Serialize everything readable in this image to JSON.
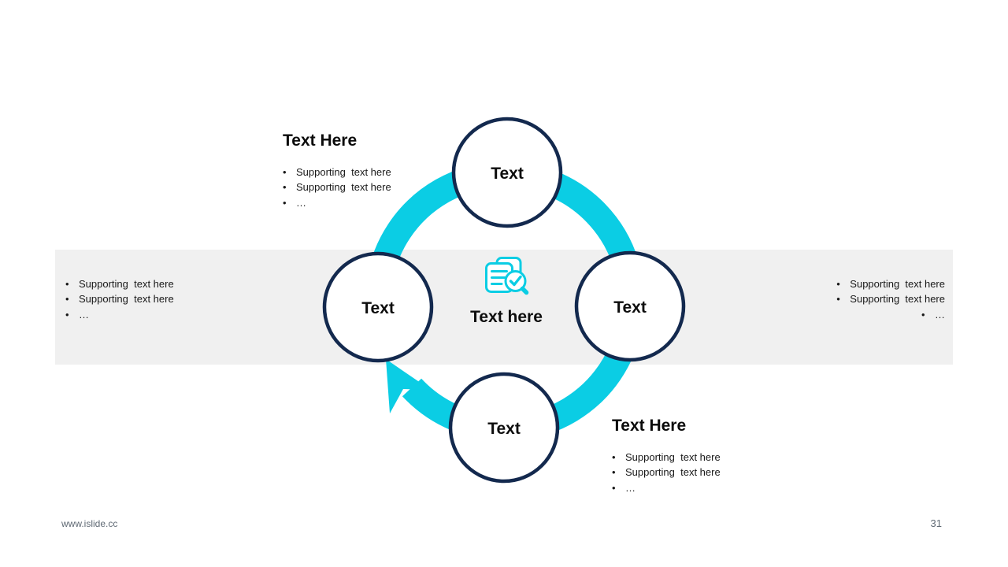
{
  "bullet_char": "•",
  "colors": {
    "accent_cyan": "#0bcde4",
    "circle_border_navy": "#13294e",
    "band_background": "#f0f0f0",
    "footer_gray": "#5e6873"
  },
  "diagram": {
    "center_icon": "document-search-check-icon",
    "center_label": "Text here",
    "circles": [
      {
        "position": "top",
        "label": "Text"
      },
      {
        "position": "right",
        "label": "Text"
      },
      {
        "position": "bottom",
        "label": "Text"
      },
      {
        "position": "left",
        "label": "Text"
      }
    ]
  },
  "blocks": {
    "top_left": {
      "heading": "Text Here",
      "bullets": [
        "Supporting  text here",
        "Supporting  text here",
        "…"
      ]
    },
    "middle_left": {
      "bullets": [
        "Supporting  text here",
        "Supporting  text here",
        "…"
      ]
    },
    "middle_right": {
      "bullets": [
        "Supporting  text here",
        "Supporting  text here",
        "…"
      ]
    },
    "bottom_right": {
      "heading": "Text Here",
      "bullets": [
        "Supporting  text here",
        "Supporting  text here",
        "…"
      ]
    }
  },
  "footer": {
    "website": "www.islide.cc",
    "page_number": "31"
  }
}
